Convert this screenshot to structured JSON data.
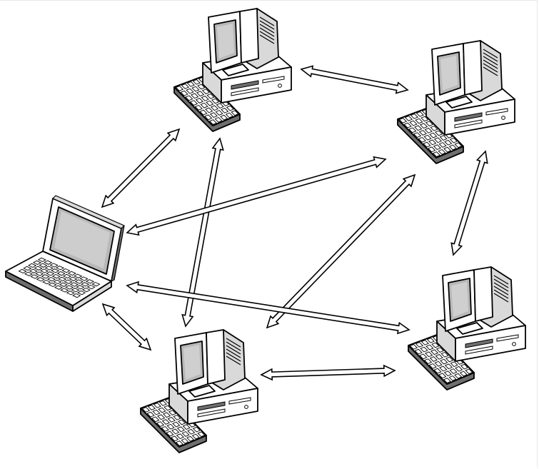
{
  "diagram": {
    "type": "peer-to-peer network",
    "line_color": "#000000",
    "fill_light": "#ffffff",
    "fill_mid": "#d9d9d9",
    "fill_dark": "#6e6e6e",
    "screen_color": "#b8b8b8",
    "nodes": [
      {
        "id": "pc-top",
        "kind": "desktop",
        "icon": "desktop-computer-icon"
      },
      {
        "id": "pc-right",
        "kind": "desktop",
        "icon": "desktop-computer-icon"
      },
      {
        "id": "laptop-left",
        "kind": "laptop",
        "icon": "laptop-icon"
      },
      {
        "id": "pc-bottom",
        "kind": "desktop",
        "icon": "desktop-computer-icon"
      },
      {
        "id": "pc-bottom-right",
        "kind": "desktop",
        "icon": "desktop-computer-icon"
      }
    ],
    "links": [
      {
        "from": "pc-top",
        "to": "pc-right",
        "direction": "both"
      },
      {
        "from": "laptop-left",
        "to": "pc-top",
        "direction": "both"
      },
      {
        "from": "pc-top",
        "to": "pc-bottom",
        "direction": "both"
      },
      {
        "from": "laptop-left",
        "to": "pc-right",
        "direction": "both"
      },
      {
        "from": "pc-right",
        "to": "pc-bottom",
        "direction": "both"
      },
      {
        "from": "pc-right",
        "to": "pc-bottom-right",
        "direction": "both"
      },
      {
        "from": "laptop-left",
        "to": "pc-bottom-right",
        "direction": "both"
      },
      {
        "from": "laptop-left",
        "to": "pc-bottom",
        "direction": "both"
      },
      {
        "from": "pc-bottom",
        "to": "pc-bottom-right",
        "direction": "both"
      }
    ]
  }
}
